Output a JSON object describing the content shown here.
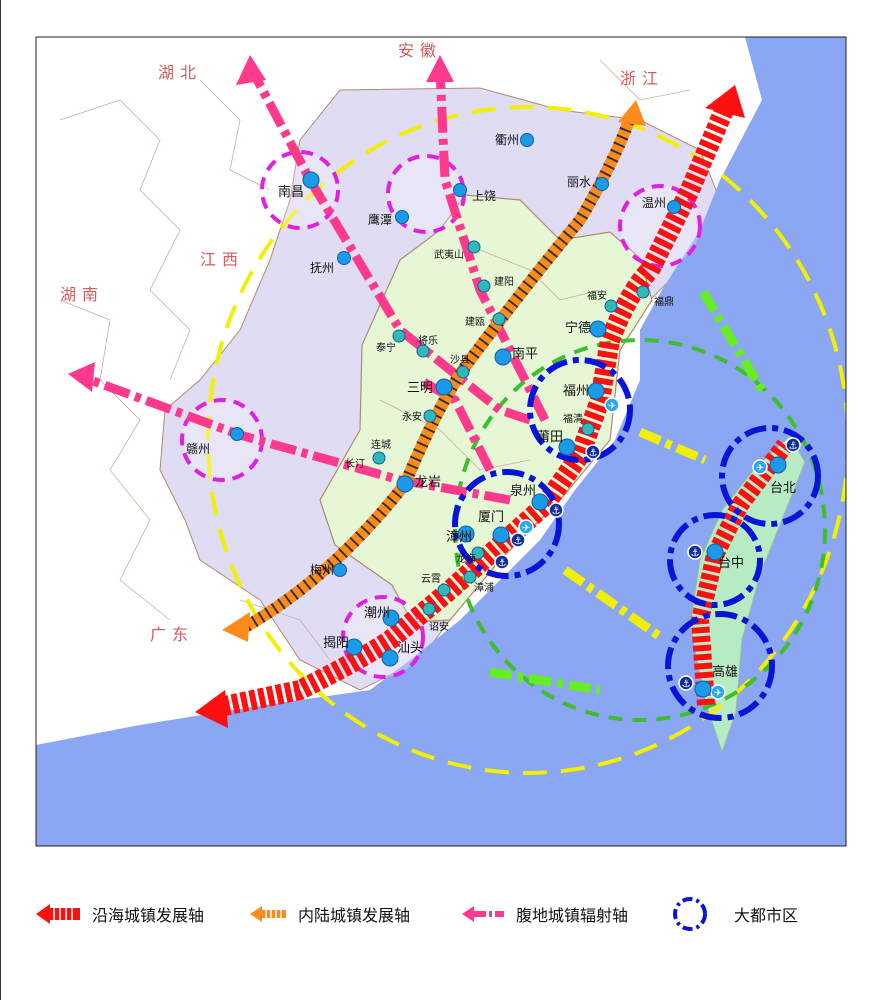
{
  "provinces": [
    "湖北",
    "安徽",
    "浙江",
    "江西",
    "湖南",
    "广东"
  ],
  "cities": [
    "南昌",
    "鹰潭",
    "上饶",
    "衢州",
    "丽水",
    "温州",
    "抚州",
    "武夷山",
    "建阳",
    "建瓯",
    "福安",
    "福鼎",
    "宁德",
    "泰宁",
    "将乐",
    "沙县",
    "南平",
    "三明",
    "福州",
    "永安",
    "福清",
    "莆田",
    "连城",
    "长汀",
    "龙岩",
    "赣州",
    "泉州",
    "厦门",
    "漳州",
    "龙海",
    "云霄",
    "漳浦",
    "梅州",
    "诏安",
    "潮州",
    "揭阳",
    "汕头",
    "台北",
    "台中",
    "高雄"
  ],
  "legend": {
    "coastal": "沿海城镇发展轴",
    "inland": "内陆城镇发展轴",
    "radial": "腹地城镇辐射轴",
    "metro": "大都市区"
  },
  "colors": {
    "coastal": "#ff1010",
    "inland": "#ff8c1a",
    "radial": "#ff3a8c",
    "metro": "#0a14d8",
    "sea": "#8ba6f2",
    "fujian": "#e6f7d6",
    "neighbor": "#e0dcf4",
    "yellow": "#f0f000",
    "green": "#3cbf2a"
  }
}
